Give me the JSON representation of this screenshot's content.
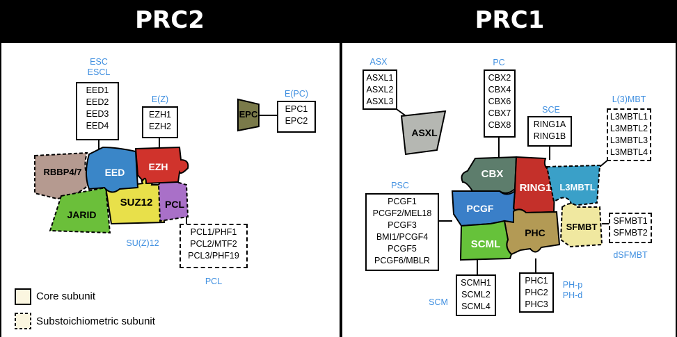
{
  "titles": {
    "left": "PRC2",
    "right": "PRC1"
  },
  "prc2": {
    "esc_labels": [
      "ESC",
      "ESCL"
    ],
    "eed_box": [
      "EED1",
      "EED2",
      "EED3",
      "EED4"
    ],
    "ez_label": "E(Z)",
    "ezh_box": [
      "EZH1",
      "EZH2"
    ],
    "epc_label": "E(PC)",
    "epc_box": [
      "EPC1",
      "EPC2"
    ],
    "pieces": {
      "epc": "EPC",
      "rbbp": "RBBP4/7",
      "eed": "EED",
      "ezh": "EZH",
      "jarid": "JARID",
      "suz12": "SUZ12",
      "pcl": "PCL"
    },
    "suz_label": "SU(Z)12",
    "pcl_box": [
      "PCL1/PHF1",
      "PCL2/MTF2",
      "PCL3/PHF19"
    ],
    "pcl_label": "PCL"
  },
  "legend": {
    "core": "Core subunit",
    "sub": "Substoichiometric subunit"
  },
  "prc1": {
    "asx_label": "ASX",
    "asxl_box": [
      "ASXL1",
      "ASXL2",
      "ASXL3"
    ],
    "pc_label": "PC",
    "cbx_box": [
      "CBX2",
      "CBX4",
      "CBX6",
      "CBX7",
      "CBX8"
    ],
    "sce_label": "SCE",
    "ring_box": [
      "RING1A",
      "RING1B"
    ],
    "l3mbt_label": "L(3)MBT",
    "l3mbtl_box": [
      "L3MBTL1",
      "L3MBTL2",
      "L3MBTL3",
      "L3MBTL4"
    ],
    "psc_label": "PSC",
    "pcgf_box": [
      "PCGF1",
      "PCGF2/MEL18",
      "PCGF3",
      "BMI1/PCGF4",
      "PCGF5",
      "PCGF6/MBLR"
    ],
    "pieces": {
      "asxl": "ASXL",
      "cbx": "CBX",
      "ring1": "RING1",
      "l3mbtl": "L3MBTL",
      "pcgf": "PCGF",
      "phc": "PHC",
      "sfmbt": "SFMBT",
      "scml": "SCML"
    },
    "sfmbt_box": [
      "SFMBT1",
      "SFMBT2"
    ],
    "dsfmbt_label": "dSFMBT",
    "scm_label": "SCM",
    "scmh_box": [
      "SCMH1",
      "SCML2",
      "SCML4"
    ],
    "phc_box": [
      "PHC1",
      "PHC2",
      "PHC3"
    ],
    "ph_labels": [
      "PH-p",
      "PH-d"
    ]
  },
  "colors": {
    "epc": "#7a7a4a",
    "rbbp": "#b59a90",
    "eed": "#3a86c8",
    "ezh": "#d0332c",
    "jarid": "#6bbf3a",
    "suz12": "#e8e04a",
    "pcl": "#a970c8",
    "asxl": "#b5b7b2",
    "cbx": "#5d7d6c",
    "ring1": "#c4302a",
    "l3mbtl": "#3aa0c8",
    "pcgf": "#3a7fc8",
    "phc": "#b39a55",
    "sfmbt": "#f0e8a0",
    "scml": "#66c23a",
    "label_blue": "#3f8fe0"
  }
}
